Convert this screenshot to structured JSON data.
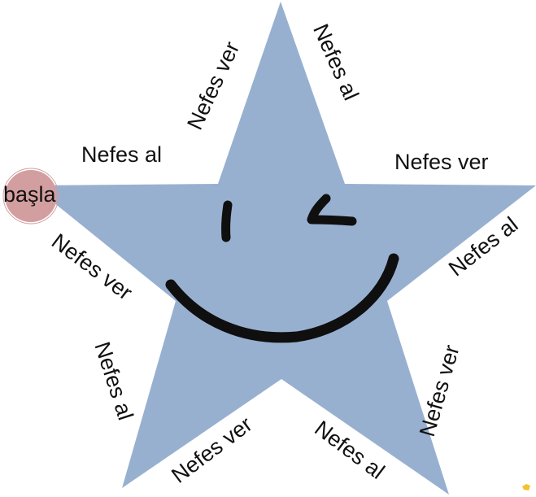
{
  "start": {
    "label": "başla"
  },
  "colors": {
    "star_fill": "#98b0d0",
    "start_circle": "#d39e9f",
    "face": "#0f0f0f",
    "corner_mark": "#f2c230"
  },
  "labels": [
    {
      "id": "nefes-al-1",
      "text": "Nefes al"
    },
    {
      "id": "nefes-ver-1",
      "text": "Nefes ver"
    },
    {
      "id": "nefes-al-2",
      "text": "Nefes al"
    },
    {
      "id": "nefes-ver-2",
      "text": "Nefes ver"
    },
    {
      "id": "nefes-al-3",
      "text": "Nefes al"
    },
    {
      "id": "nefes-ver-3",
      "text": "Nefes ver"
    },
    {
      "id": "nefes-al-4",
      "text": "Nefes al"
    },
    {
      "id": "nefes-ver-4",
      "text": "Nefes ver"
    },
    {
      "id": "nefes-al-5",
      "text": "Nefes al"
    },
    {
      "id": "nefes-ver-5",
      "text": "Nefes ver"
    }
  ]
}
